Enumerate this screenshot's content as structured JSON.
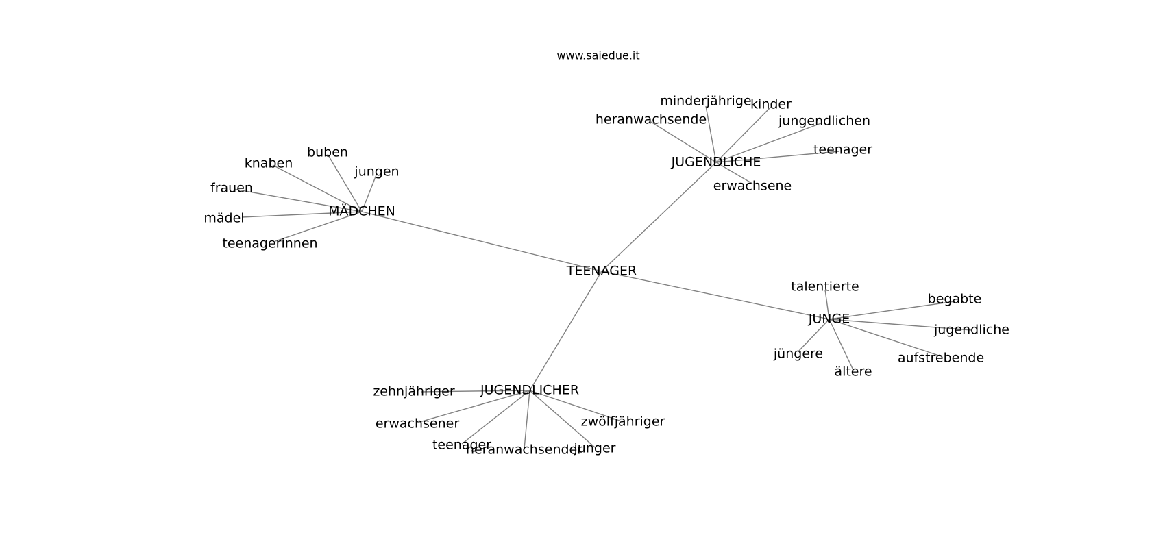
{
  "watermark": "www.saiedue.it",
  "center": "TEENAGER",
  "clusters": [
    {
      "hub": "MÄDCHEN",
      "leaves": [
        "knaben",
        "buben",
        "jungen",
        "frauen",
        "mädel",
        "teenagerinnen"
      ]
    },
    {
      "hub": "JUGENDLICHE",
      "leaves": [
        "minderjährige",
        "kinder",
        "heranwachsende",
        "jungendlichen",
        "teenager",
        "erwachsene"
      ]
    },
    {
      "hub": "JUNGE",
      "leaves": [
        "talentierte",
        "begabte",
        "jugendliche",
        "aufstrebende",
        "jüngere",
        "ältere"
      ]
    },
    {
      "hub": "JUGENDLICHER",
      "leaves": [
        "zehnjähriger",
        "erwachsener",
        "zwölfjähriger",
        "teenager",
        "heranwachsender",
        "junger"
      ]
    }
  ]
}
